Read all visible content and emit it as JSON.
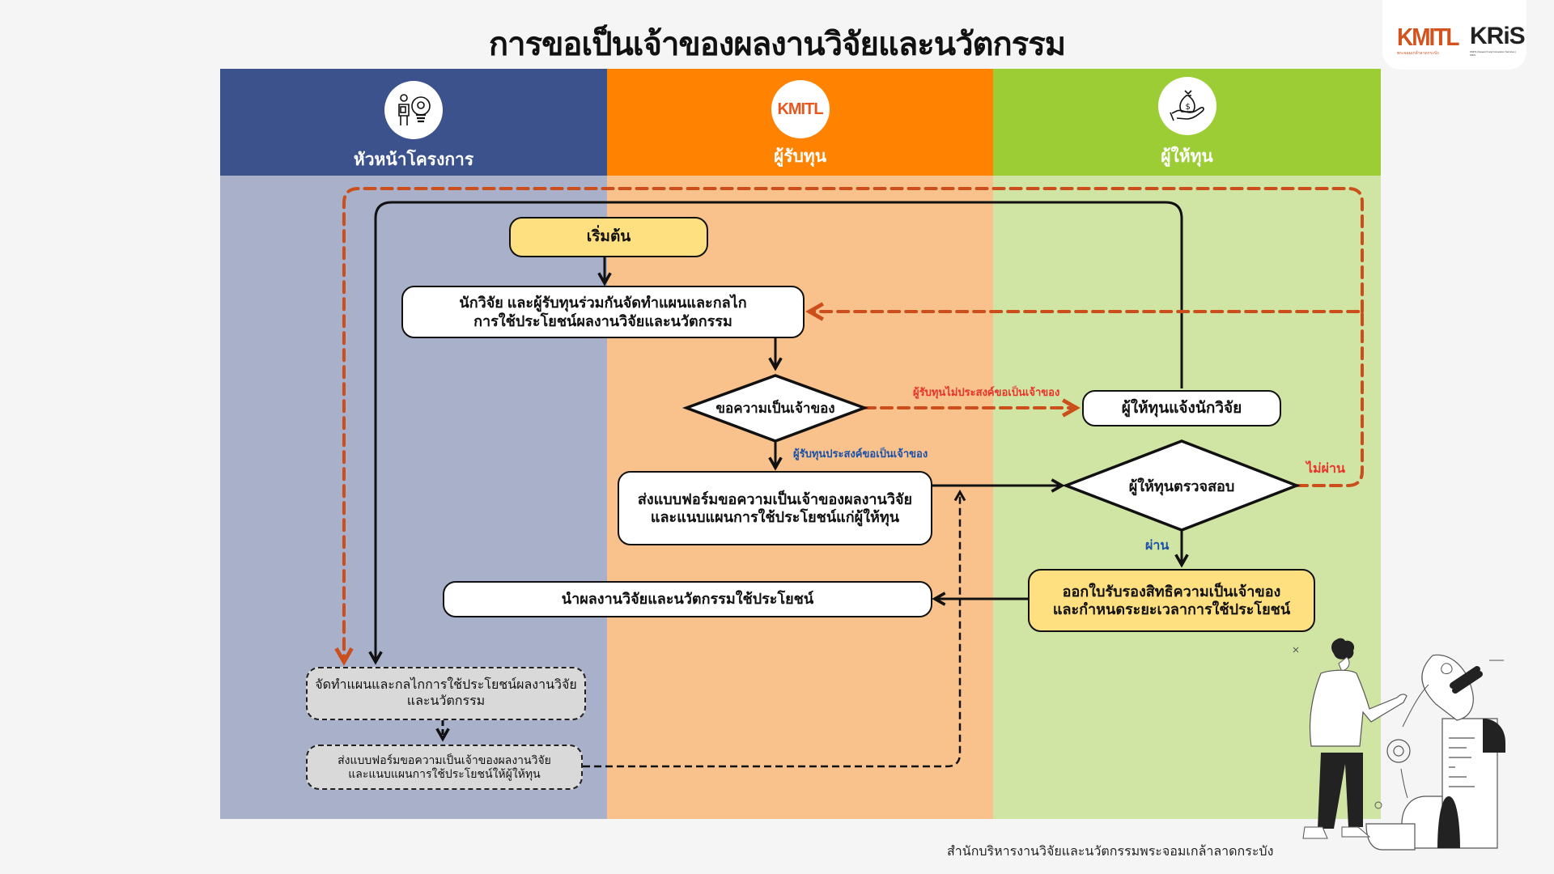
{
  "title": "การขอเป็นเจ้าของผลงานวิจัยและนวัตกรรม",
  "logo": {
    "kmitl": "KMITL",
    "kmitl_sub": "พระจอมเกล้าลาดกระบัง",
    "kris": "KRiS",
    "kris_sub": "KMITL Research and Innovation Services | KRIS"
  },
  "colors": {
    "lane1_head": "#3b528c",
    "lane1_body": "#a8b0ca",
    "lane2_head": "#ff8200",
    "lane2_body": "#f9c28d",
    "lane3_head": "#9dcd34",
    "lane3_body": "#d0e4a4",
    "reject_line": "#cc4e1b",
    "label_red": "#e8332a",
    "label_blue": "#1a50a8",
    "node_yellow": "#ffe081"
  },
  "lanes": [
    {
      "label": "หัวหน้าโครงการ",
      "icon": "researcher-lightbulb-icon"
    },
    {
      "label": "ผู้รับทุน",
      "icon": "kmitl-logo-icon",
      "icon_text": "KMITL"
    },
    {
      "label": "ผู้ให้ทุน",
      "icon": "money-bag-hand-icon"
    }
  ],
  "nodes": {
    "start": "เริ่มต้น",
    "plan_joint": [
      "นักวิจัย และผู้รับทุนร่วมกันจัดทำแผนและกลไก",
      "การใช้ประโยชน์ผลงานวิจัยและนวัตกรรม"
    ],
    "decision_own": "ขอความเป็นเจ้าของ",
    "funder_notify": "ผู้ให้ทุนแจ้งนักวิจัย",
    "submit_form": [
      "ส่งแบบฟอร์มขอความเป็นเจ้าของผลงานวิจัย",
      "และแนบแผนการใช้ประโยชน์แก่ผู้ให้ทุน"
    ],
    "decision_review": "ผู้ให้ทุนตรวจสอบ",
    "issue_cert": [
      "ออกใบรับรองสิทธิความเป็นเจ้าของ",
      "และกำหนดระยะเวลาการใช้ประโยชน์"
    ],
    "utilize": "นำผลงานวิจัยและนวัตกรรมใช้ประโยชน์",
    "pi_plan": [
      "จัดทำแผนและกลไกการใช้ประโยชน์ผลงานวิจัย",
      "และนวัตกรรม"
    ],
    "pi_submit": [
      "ส่งแบบฟอร์มขอความเป็นเจ้าของผลงานวิจัย",
      "และแนบแผนการใช้ประโยชน์ให้ผู้ให้ทุน"
    ]
  },
  "edge_labels": {
    "not_wish": "ผู้รับทุนไม่ประสงค์ขอเป็นเจ้าของ",
    "wish": "ผู้รับทุนประสงค์ขอเป็นเจ้าของ",
    "fail": "ไม่ผ่าน",
    "pass": "ผ่าน"
  },
  "footer": "สำนักบริหารงานวิจัยและนวัตกรรมพระจอมเกล้าลาดกระบัง",
  "illustration": "person-idea-scroll-illustration"
}
